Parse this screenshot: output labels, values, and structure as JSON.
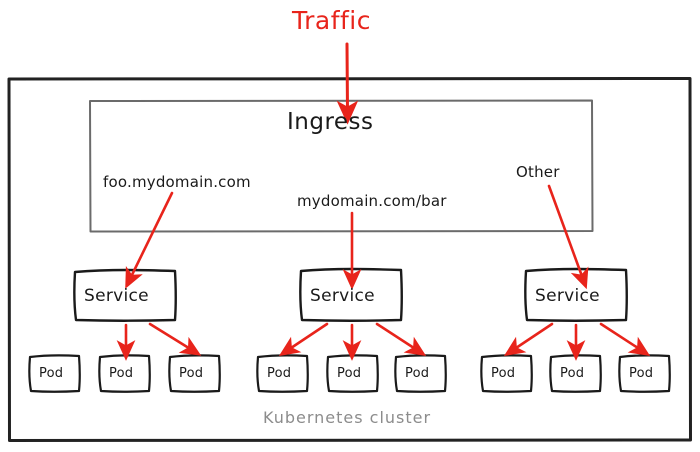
{
  "diagram": {
    "title": "Kubernetes Ingress routing diagram",
    "colors": {
      "arrow": "#e8241b",
      "traffic_text": "#e8241b",
      "ink": "#1a1a1a",
      "cluster_text": "#8c8c8c",
      "box_stroke": "#222222",
      "ingress_stroke": "#6b6b6b",
      "background": "#ffffff"
    },
    "traffic_label": "Traffic",
    "ingress_label": "Ingress",
    "cluster_label": "Kubernetes cluster",
    "routes": [
      {
        "host": "foo.mydomain.com",
        "service_label": "Service",
        "pods": [
          "Pod",
          "Pod",
          "Pod"
        ]
      },
      {
        "host": "mydomain.com/bar",
        "service_label": "Service",
        "pods": [
          "Pod",
          "Pod",
          "Pod"
        ]
      },
      {
        "host": "Other",
        "service_label": "Service",
        "pods": [
          "Pod",
          "Pod",
          "Pod"
        ]
      }
    ]
  }
}
